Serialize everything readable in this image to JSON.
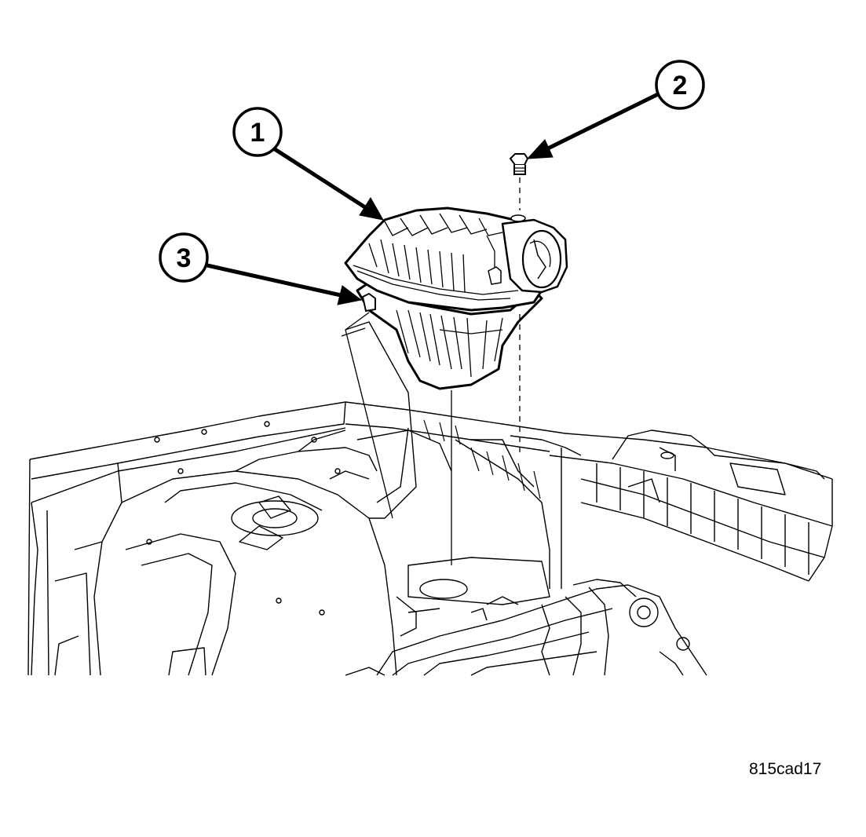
{
  "diagram": {
    "callouts": [
      {
        "id": "callout-1",
        "number": "1",
        "points_to": "air-cleaner-housing"
      },
      {
        "id": "callout-2",
        "number": "2",
        "points_to": "mounting-bolt"
      },
      {
        "id": "callout-3",
        "number": "3",
        "points_to": "locating-peg"
      }
    ],
    "figure_code": "815cad17",
    "colors": {
      "ink": "#000000",
      "paper": "#ffffff"
    }
  }
}
